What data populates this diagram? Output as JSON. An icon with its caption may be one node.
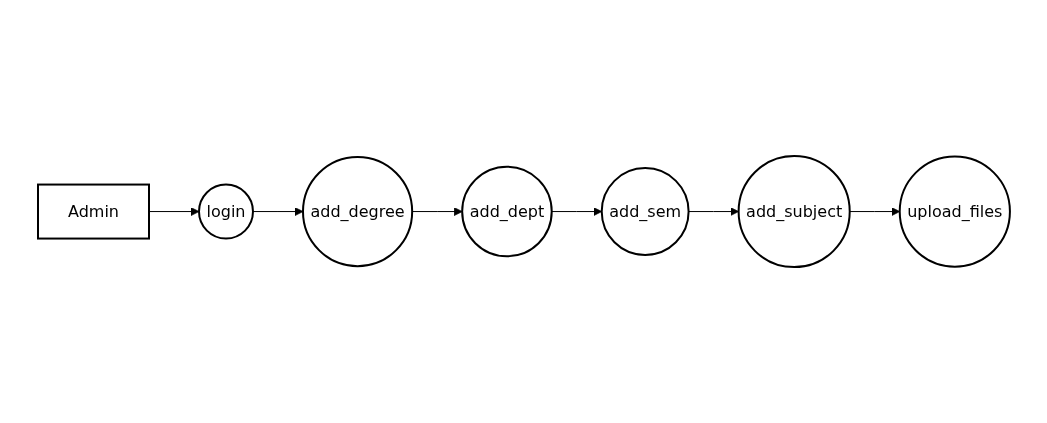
{
  "diagram": {
    "nodes": [
      {
        "text": [
          "Admin"
        ]
      },
      {
        "text": [
          "login"
        ]
      },
      {
        "text": [
          "add_degree"
        ]
      },
      {
        "text": [
          "add_dept"
        ]
      },
      {
        "text": [
          "add_sem"
        ]
      },
      {
        "text": [
          "add_subject"
        ]
      },
      {
        "text": [
          "upload_files"
        ]
      }
    ],
    "edges": [
      {
        "from": 0,
        "to": 1,
        "arrow": "to"
      },
      {
        "from": 1,
        "to": 2,
        "arrow": "to"
      },
      {
        "from": 2,
        "to": 3,
        "arrow": "to"
      },
      {
        "from": 3,
        "to": 4,
        "arrow": "to"
      },
      {
        "from": 4,
        "to": 5,
        "arrow": "to"
      },
      {
        "from": 5,
        "to": 6,
        "arrow": "to"
      }
    ]
  }
}
